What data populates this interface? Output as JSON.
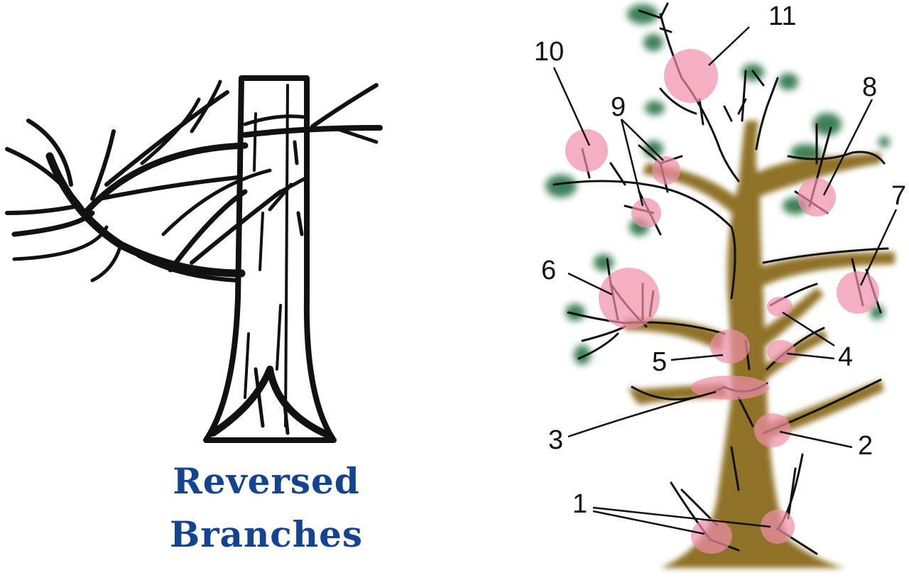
{
  "left_panel": {
    "caption_line1": "Reversed",
    "caption_line2": "Branches"
  },
  "right_panel": {
    "labels": [
      "1",
      "2",
      "3",
      "4",
      "5",
      "6",
      "7",
      "8",
      "9",
      "10",
      "11"
    ]
  },
  "colors": {
    "caption": "#14438f",
    "trunk": "#8a6a1a",
    "outline": "#111111",
    "leaf": "#1e6b3a",
    "highlight": "#f08fa8",
    "label": "#111111"
  }
}
